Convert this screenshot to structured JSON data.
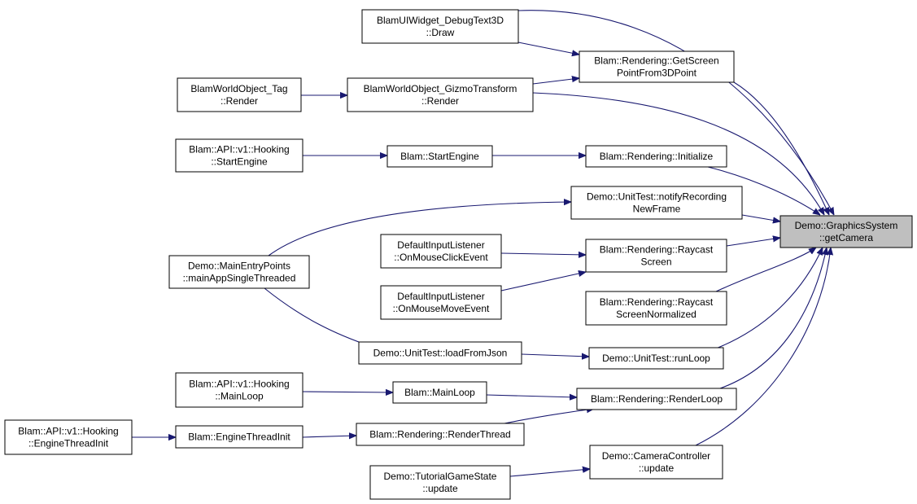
{
  "diagram": {
    "title": "",
    "colors": {
      "edge": "#191970",
      "focus_fill": "#bfbfbf",
      "node_fill": "#ffffff",
      "node_border": "#000000"
    },
    "nodes": {
      "getCamera": {
        "lines": [
          "Demo::GraphicsSystem",
          "::getCamera"
        ]
      },
      "debugText3D": {
        "lines": [
          "BlamUIWidget_DebugText3D",
          "::Draw"
        ]
      },
      "getScreenPoint": {
        "lines": [
          "Blam::Rendering::GetScreen",
          "PointFrom3DPoint"
        ]
      },
      "tagRender": {
        "lines": [
          "BlamWorldObject_Tag",
          "::Render"
        ]
      },
      "gizmoRender": {
        "lines": [
          "BlamWorldObject_GizmoTransform",
          "::Render"
        ]
      },
      "apiStartEngine": {
        "lines": [
          "Blam::API::v1::Hooking",
          "::StartEngine"
        ]
      },
      "startEngine": {
        "lines": [
          "Blam::StartEngine"
        ]
      },
      "renderInit": {
        "lines": [
          "Blam::Rendering::Initialize"
        ]
      },
      "notifyRecording": {
        "lines": [
          "Demo::UnitTest::notifyRecording",
          "NewFrame"
        ]
      },
      "mainApp": {
        "lines": [
          "Demo::MainEntryPoints",
          "::mainAppSingleThreaded"
        ]
      },
      "onMouseClick": {
        "lines": [
          "DefaultInputListener",
          "::OnMouseClickEvent"
        ]
      },
      "raycastScreen": {
        "lines": [
          "Blam::Rendering::Raycast",
          "Screen"
        ]
      },
      "onMouseMove": {
        "lines": [
          "DefaultInputListener",
          "::OnMouseMoveEvent"
        ]
      },
      "raycastNorm": {
        "lines": [
          "Blam::Rendering::Raycast",
          "ScreenNormalized"
        ]
      },
      "loadFromJson": {
        "lines": [
          "Demo::UnitTest::loadFromJson"
        ]
      },
      "runLoop": {
        "lines": [
          "Demo::UnitTest::runLoop"
        ]
      },
      "apiMainLoop": {
        "lines": [
          "Blam::API::v1::Hooking",
          "::MainLoop"
        ]
      },
      "mainLoop": {
        "lines": [
          "Blam::MainLoop"
        ]
      },
      "renderLoop": {
        "lines": [
          "Blam::Rendering::RenderLoop"
        ]
      },
      "apiEngineThread": {
        "lines": [
          "Blam::API::v1::Hooking",
          "::EngineThreadInit"
        ]
      },
      "engineThreadInit": {
        "lines": [
          "Blam::EngineThreadInit"
        ]
      },
      "renderThread": {
        "lines": [
          "Blam::Rendering::RenderThread"
        ]
      },
      "tutorialUpdate": {
        "lines": [
          "Demo::TutorialGameState",
          "::update"
        ]
      },
      "cameraUpdate": {
        "lines": [
          "Demo::CameraController",
          "::update"
        ]
      }
    }
  }
}
